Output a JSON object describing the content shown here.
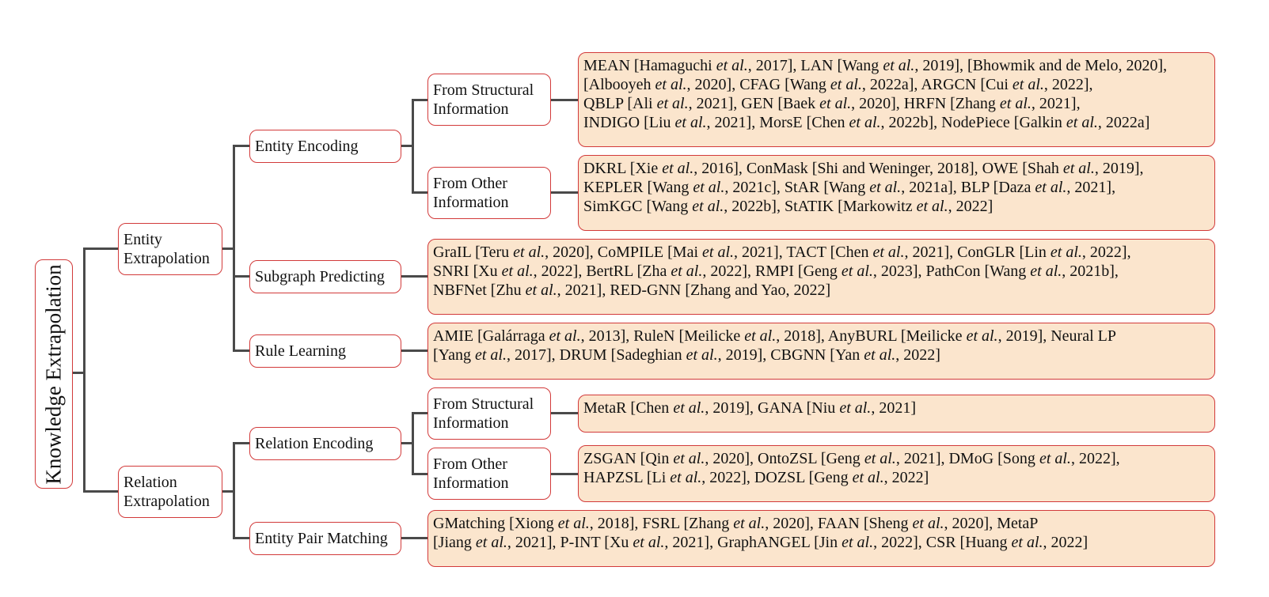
{
  "root": "Knowledge Extrapolation",
  "level1": {
    "entity": "Entity Extrapolation",
    "relation": "Relation Extrapolation"
  },
  "level2": {
    "entity_encoding": "Entity Encoding",
    "subgraph_predicting": "Subgraph Predicting",
    "rule_learning": "Rule Learning",
    "relation_encoding": "Relation Encoding",
    "entity_pair_matching": "Entity Pair Matching"
  },
  "level3": {
    "ee_structural": "From Structural Information",
    "ee_other": "From Other Information",
    "re_structural": "From Structural Information",
    "re_other": "From Other Information"
  },
  "leaves": {
    "ee_structural": [
      "MEAN [Hamaguchi et al., 2017], LAN [Wang et al., 2019], [Bhowmik and de Melo, 2020],",
      "[Albooyeh et al., 2020], CFAG [Wang et al., 2022a], ARGCN [Cui et al., 2022],",
      "QBLP [Ali et al., 2021], GEN [Baek et al., 2020], HRFN [Zhang et al., 2021],",
      "INDIGO [Liu et al., 2021], MorsE [Chen et al., 2022b], NodePiece [Galkin et al., 2022a]"
    ],
    "ee_other": [
      "DKRL [Xie et al., 2016], ConMask [Shi and Weninger, 2018], OWE [Shah et al., 2019],",
      "KEPLER [Wang et al., 2021c], StAR [Wang et al., 2021a], BLP [Daza et al., 2021],",
      "SimKGC [Wang et al., 2022b], StATIK [Markowitz et al., 2022]"
    ],
    "subgraph": [
      "GraIL [Teru et al., 2020], CoMPILE [Mai et al., 2021], TACT [Chen et al., 2021], ConGLR [Lin et al., 2022],",
      "SNRI [Xu et al., 2022], BertRL [Zha et al., 2022], RMPI [Geng et al., 2023], PathCon [Wang et al., 2021b],",
      "NBFNet [Zhu et al., 2021], RED-GNN [Zhang and Yao, 2022]"
    ],
    "rule": [
      "AMIE [Galárraga et al., 2013], RuleN [Meilicke et al., 2018], AnyBURL [Meilicke et al., 2019], Neural LP",
      "[Yang et al., 2017], DRUM [Sadeghian et al., 2019], CBGNN [Yan et al., 2022]"
    ],
    "re_structural": [
      "MetaR [Chen et al., 2019], GANA [Niu et al., 2021]"
    ],
    "re_other": [
      "ZSGAN [Qin et al., 2020], OntoZSL [Geng et al., 2021], DMoG [Song et al., 2022],",
      "HAPZSL [Li et al., 2022], DOZSL [Geng et al., 2022]"
    ],
    "pair": [
      "GMatching [Xiong et al., 2018], FSRL [Zhang et al., 2020], FAAN [Sheng et al., 2020], MetaP",
      "[Jiang et al., 2021], P-INT [Xu et al., 2021], GraphANGEL [Jin et al., 2022], CSR [Huang et al., 2022]"
    ]
  }
}
